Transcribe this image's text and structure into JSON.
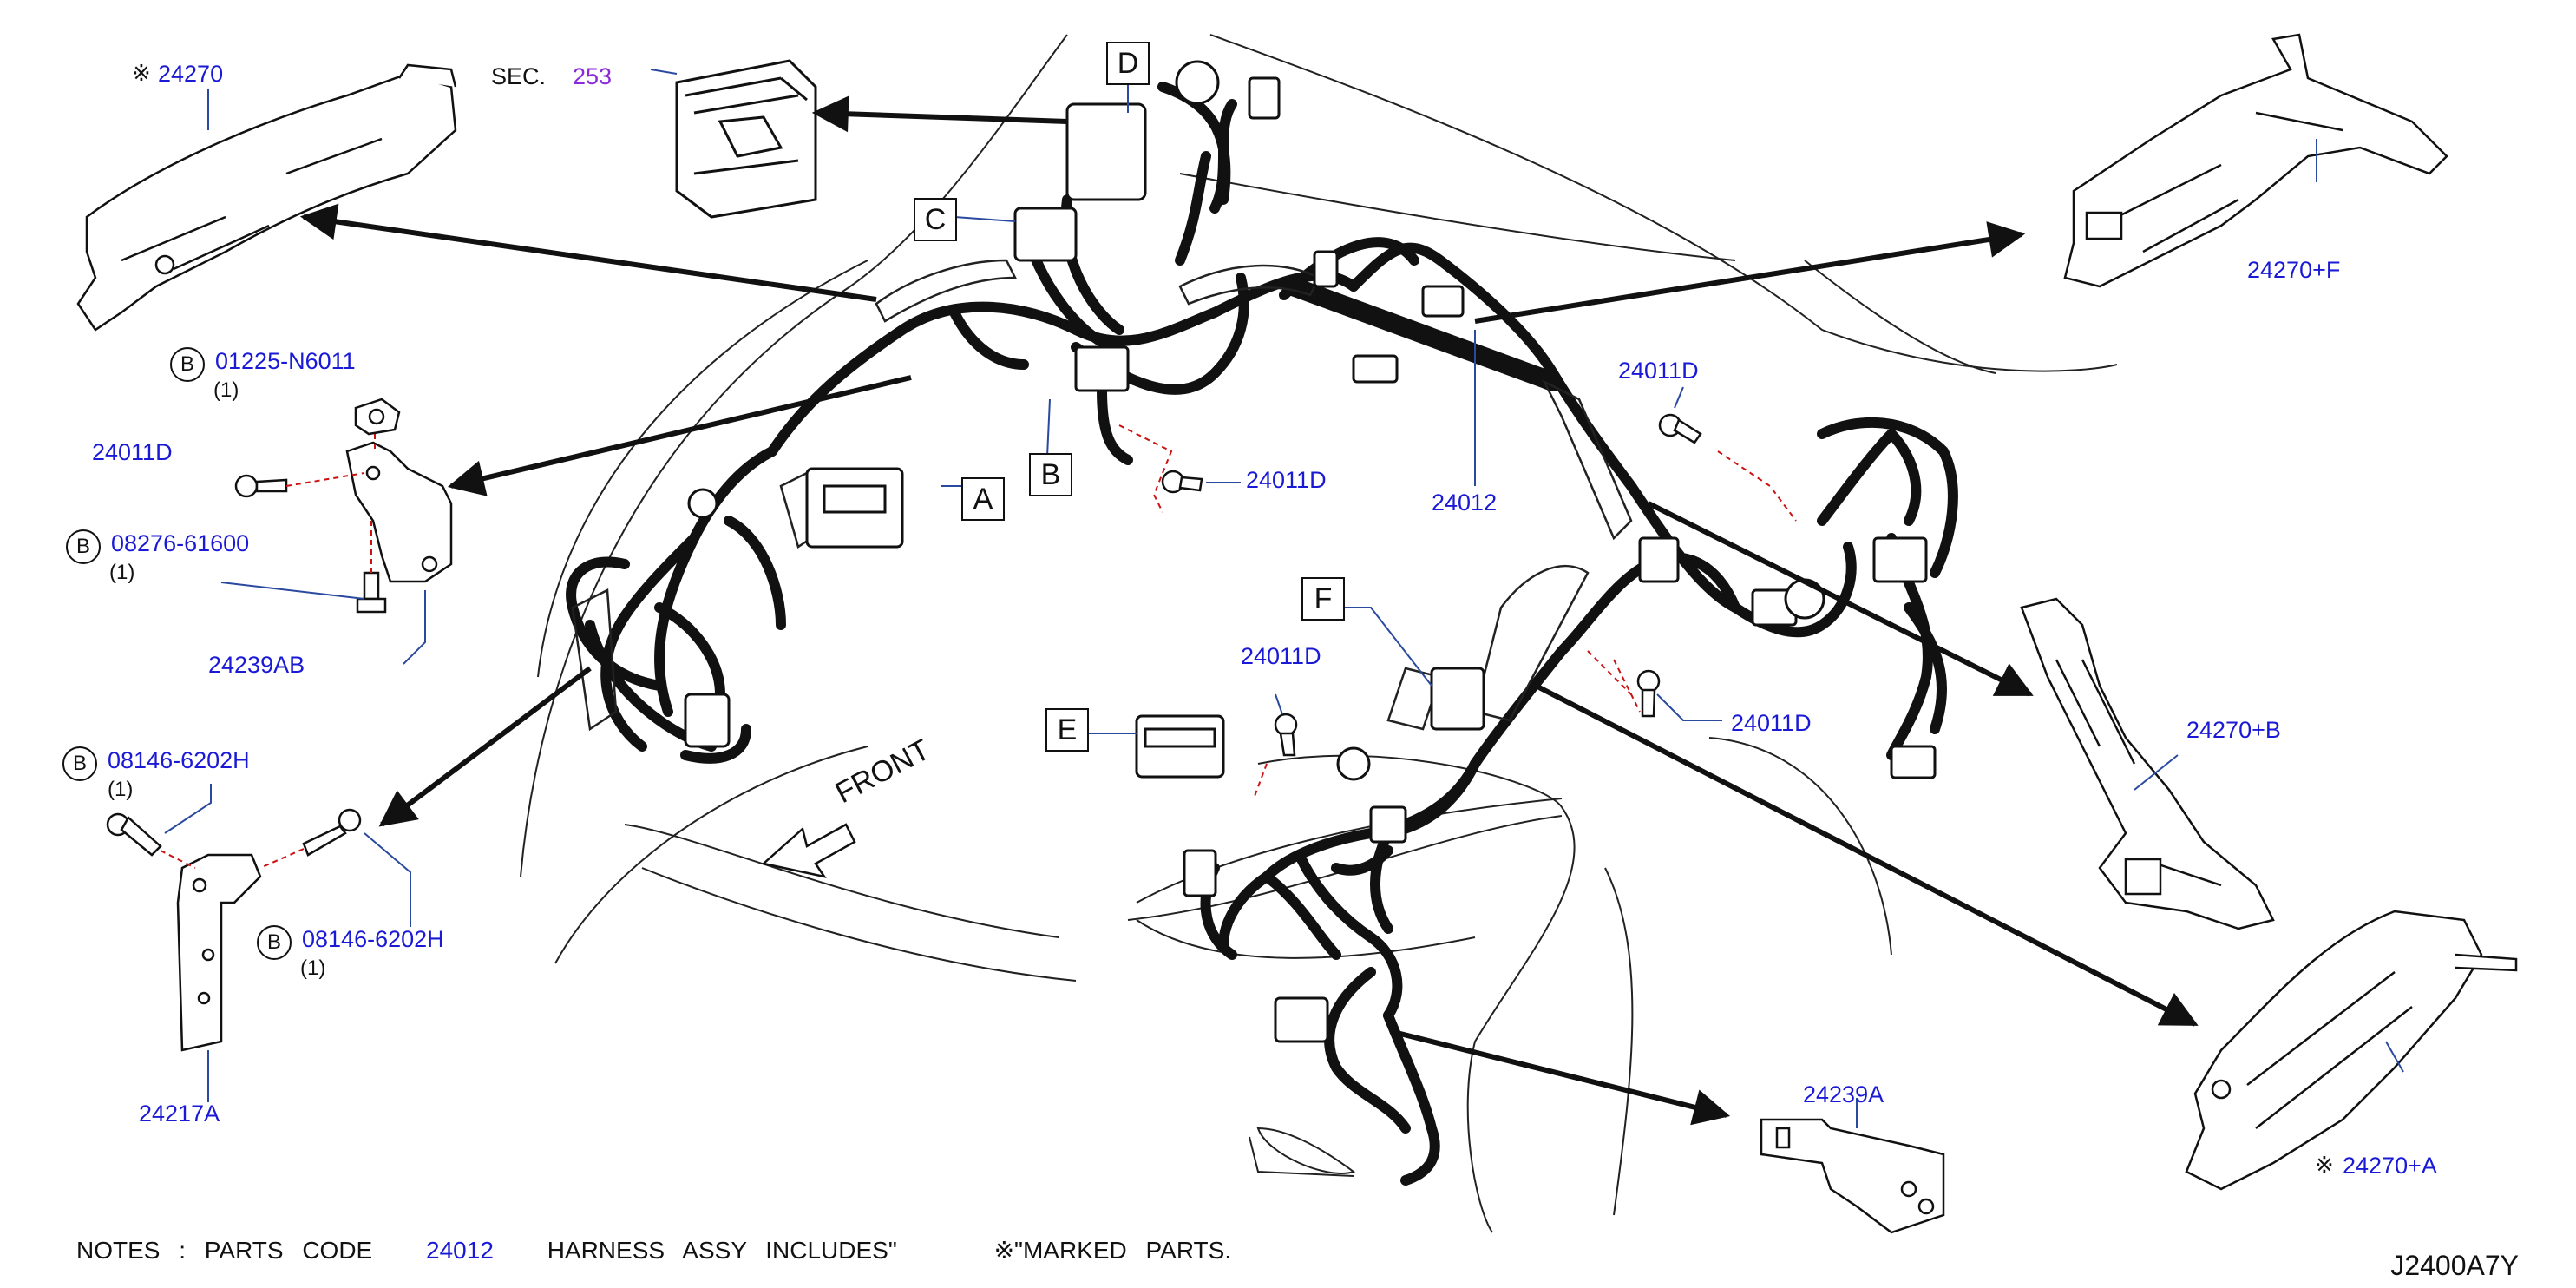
{
  "figure_id": "J2400A7Y",
  "sec_ref": {
    "prefix": "SEC.",
    "number": "253"
  },
  "front_label": "FRONT",
  "box_labels": {
    "A": "A",
    "B": "B",
    "C": "C",
    "D": "D",
    "E": "E",
    "F": "F"
  },
  "circle_letter": "B",
  "mark_symbol": "※",
  "parts": {
    "p24270": "24270",
    "p24270F": "24270+F",
    "p24270B": "24270+B",
    "p24270A": "24270+A",
    "p24012": "24012",
    "p24011D": "24011D",
    "p01225": "01225-N6011",
    "p08276": "08276-61600",
    "p24239AB": "24239AB",
    "p08146": "08146-6202H",
    "p24217A": "24217A",
    "p24239A": "24239A"
  },
  "qty": "(1)",
  "notes": {
    "prefix": "NOTES : PARTS CODE",
    "code": "24012",
    "middle": "HARNESS ASSY INCLUDES\"",
    "marked": "\"MARKED PARTS."
  }
}
